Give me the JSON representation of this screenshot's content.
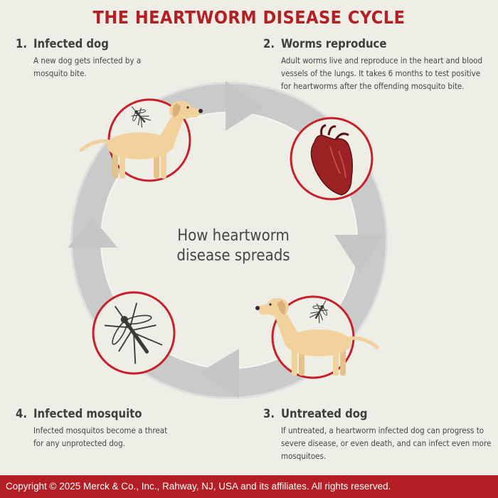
{
  "title": "THE HEARTWORM DISEASE CYCLE",
  "center_label": [
    "How heartworm",
    "disease spreads"
  ],
  "steps": [
    {
      "number": "1.",
      "heading": "Infected dog",
      "text": "A new dog gets infected by a mosquito bite.",
      "icon": "dog-with-mosquito-icon"
    },
    {
      "number": "2.",
      "heading": "Worms reproduce",
      "text": "Adult worms live and reproduce in the heart and blood vessels of the lungs. It takes 6 months to test positive for heartworms after the offending mosquito bite.",
      "icon": "heart-icon"
    },
    {
      "number": "3.",
      "heading": "Untreated dog",
      "text": "If untreated, a heartworm infected dog can progress to severe disease, or even death, and can infect even more mosquitoes.",
      "icon": "dog-with-mosquito-icon"
    },
    {
      "number": "4.",
      "heading": "Infected mosquito",
      "text": "Infected mosquitos become a threat for any unprotected dog.",
      "icon": "mosquito-icon"
    }
  ],
  "footer": "Copyright © 2025 Merck & Co., Inc., Rahway, NJ, USA and its affiliates. All rights reserved.",
  "colors": {
    "title_red": "#b31f24",
    "circle_red": "#c8202a",
    "ring_grey": "#cacaca",
    "background": "#eeede6",
    "dog_fur": "#f2d29c",
    "heart": "#9b2222"
  }
}
